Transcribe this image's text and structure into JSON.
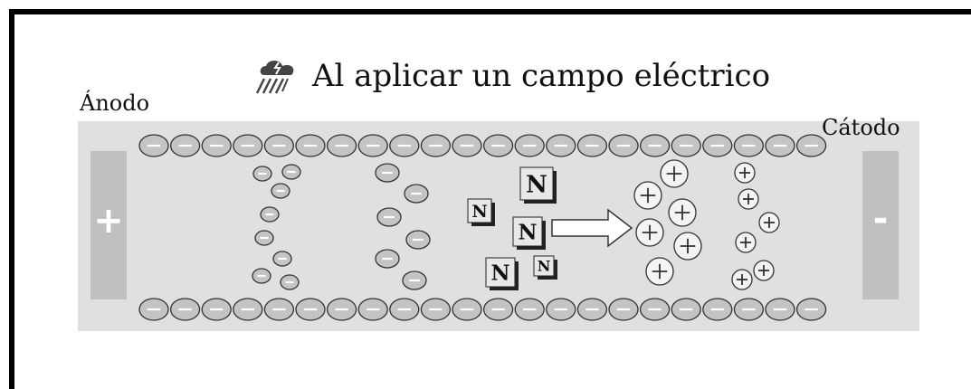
{
  "title": "Al aplicar un campo eléctrico",
  "anode_label": "Ánodo",
  "cathode_label": "Cátodo",
  "anode_sign": "+",
  "cathode_sign": "-",
  "neutral_symbol": "N",
  "title_icon": "storm-cloud-icon",
  "colors": {
    "channel": "#e0e0e0",
    "electrode": "#c0c0c0",
    "negative_ion": "#c4c4c4",
    "positive_ion": "#f4f4f4"
  }
}
